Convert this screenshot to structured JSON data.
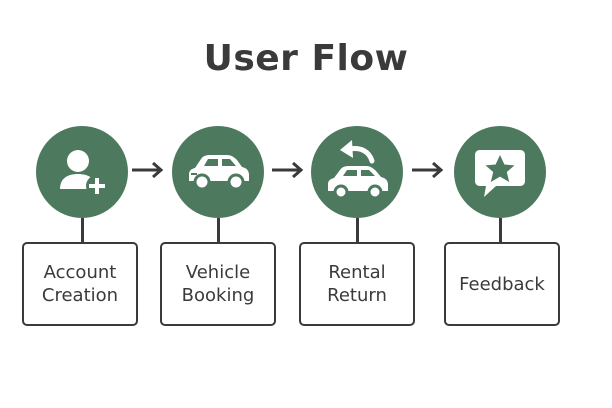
{
  "diagram": {
    "title": "User Flow",
    "colors": {
      "node_fill": "#4d7a5f",
      "icon_fill": "#ffffff",
      "line": "#3a3a3a",
      "text": "#3a3a3a"
    },
    "steps": [
      {
        "label": "Account\nCreation",
        "icon": "add-user-icon"
      },
      {
        "label": "Vehicle\nBooking",
        "icon": "car-icon"
      },
      {
        "label": "Rental\nReturn",
        "icon": "car-return-icon"
      },
      {
        "label": "Feedback",
        "icon": "feedback-star-icon"
      }
    ]
  }
}
